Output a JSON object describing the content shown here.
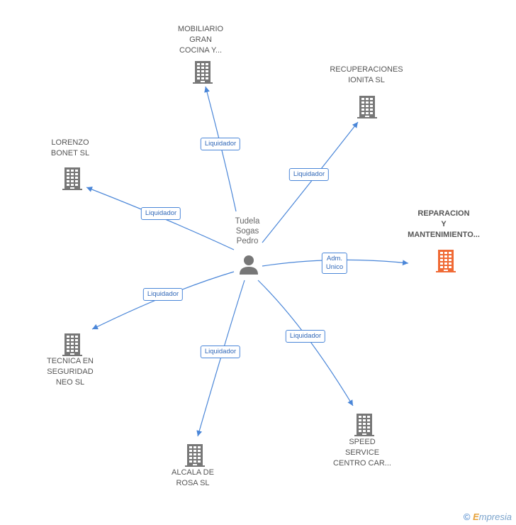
{
  "center": {
    "label": "Tudela\nSogas\nPedro",
    "icon": "person-icon"
  },
  "companies": [
    {
      "id": "mobiliario",
      "label": "MOBILIARIO\nGRAN\nCOCINA Y...",
      "highlight": false
    },
    {
      "id": "recuperaciones",
      "label": "RECUPERACIONES\nIONITA SL",
      "highlight": false
    },
    {
      "id": "lorenzo",
      "label": "LORENZO\nBONET SL",
      "highlight": false
    },
    {
      "id": "reparacion",
      "label": "REPARACION\nY\nMANTENIMIENTO...",
      "highlight": true
    },
    {
      "id": "tecnica",
      "label": "TECNICA EN\nSEGURIDAD\nNEO SL",
      "highlight": false
    },
    {
      "id": "alcala",
      "label": "ALCALA DE\nROSA SL",
      "highlight": false
    },
    {
      "id": "speed",
      "label": "SPEED\nSERVICE\nCENTRO CAR...",
      "highlight": false
    }
  ],
  "edges": [
    {
      "to": "mobiliario",
      "label": "Liquidador"
    },
    {
      "to": "recuperaciones",
      "label": "Liquidador"
    },
    {
      "to": "lorenzo",
      "label": "Liquidador"
    },
    {
      "to": "reparacion",
      "label": "Adm.\nUnico"
    },
    {
      "to": "tecnica",
      "label": "Liquidador"
    },
    {
      "to": "alcala",
      "label": "Liquidador"
    },
    {
      "to": "speed",
      "label": "Liquidador"
    }
  ],
  "colors": {
    "edge": "#4a86d8",
    "building": "#777777",
    "building_highlight": "#f06a35",
    "person": "#777777"
  },
  "watermark": {
    "copyright": "©",
    "brand": "mpresia",
    "brand_initial": "E"
  }
}
